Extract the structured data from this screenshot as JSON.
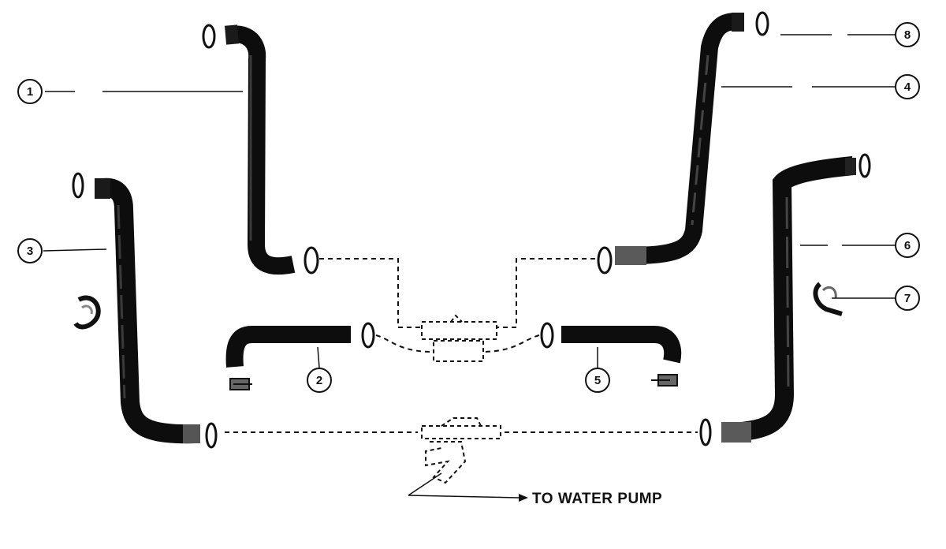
{
  "diagram": {
    "callouts": [
      "1",
      "2",
      "3",
      "4",
      "5",
      "6",
      "7",
      "8"
    ],
    "caption": "TO WATER PUMP",
    "colors": {
      "hose": "#141414",
      "line": "#111111",
      "background": "#ffffff"
    }
  }
}
